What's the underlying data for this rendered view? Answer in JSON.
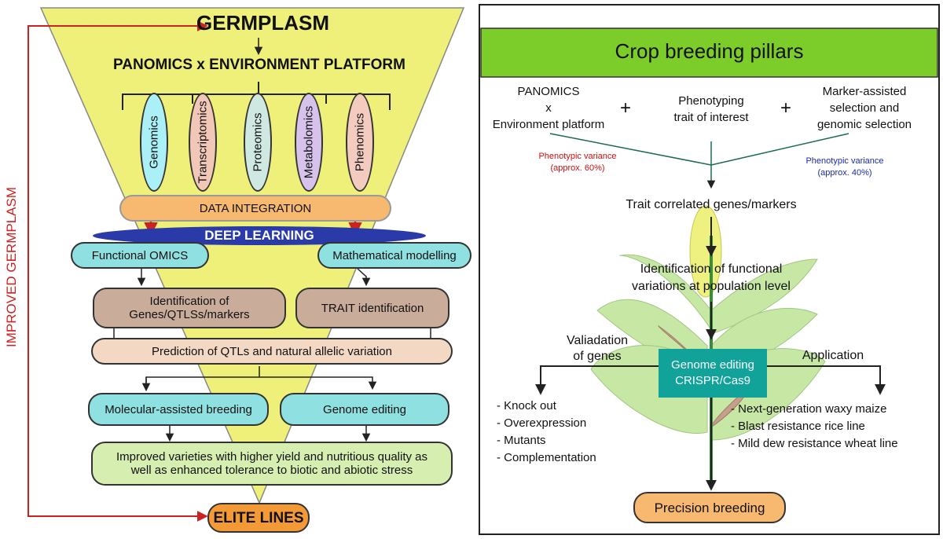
{
  "left": {
    "germplasm": "GERMPLASM",
    "platform": "PANOMICS x ENVIRONMENT PLATFORM",
    "omics": [
      "Genomics",
      "Transcriptomics",
      "Proteomics",
      "Metabolomics",
      "Phenomics"
    ],
    "data_integration": "DATA INTEGRATION",
    "deep_learning": "DEEP LEARNING",
    "functional_omics": "Functional OMICS",
    "math_modelling": "Mathematical modelling",
    "ident_genes_l1": "Identification of",
    "ident_genes_l2": "Genes/QTLSs/markers",
    "trait_ident": "TRAIT identification",
    "prediction": "Prediction of QTLs and natural allelic variation",
    "mol_breeding": "Molecular-assisted breeding",
    "genome_editing": "Genome editing",
    "improved_l1": "Improved varieties with higher yield and nutritious quality as",
    "improved_l2": "well as enhanced tolerance to biotic and abiotic stress",
    "elite_lines": "ELITE LINES",
    "improved_germplasm": "IMPROVED GERMPLASM"
  },
  "right": {
    "header": "Crop breeding pillars",
    "panomics_l1": "PANOMICS",
    "panomics_l2": "x",
    "panomics_l3": "Environment platform",
    "plus": "+",
    "pheno_l1": "Phenotyping",
    "pheno_l2": "trait of interest",
    "mas_l1": "Marker-assisted",
    "mas_l2": "selection  and",
    "mas_l3": "genomic selection",
    "pv_red_l1": "Phenotypic variance",
    "pv_red_l2": "(approx. 60%)",
    "pv_blue_l1": "Phenotypic variance",
    "pv_blue_l2": "(approx. 40%)",
    "trait_genes": "Trait correlated genes/markers",
    "func_var_l1": "Identification of functional",
    "func_var_l2": "variations at population level",
    "validation_l1": "Valiadation",
    "validation_l2": "of genes",
    "application": "Application",
    "ge_l1": "Genome editing",
    "ge_l2": "CRISPR/Cas9",
    "validation_items": [
      "- Knock out",
      "- Overexpression",
      "- Mutants",
      "- Complementation"
    ],
    "application_items": [
      "- Next-generation waxy maize",
      "- Blast resistance rice line",
      "- Mild dew resistance wheat line"
    ],
    "precision": "Precision breeding"
  },
  "colors": {
    "funnel": "#eef07a",
    "header_green": "#7ccc2a",
    "teal": "#11a39a",
    "red_arrow": "#cc2222",
    "blue_text": "#1a2ab0",
    "red_text": "#cc1111",
    "deep_learning": "#2a3aa8",
    "orange": "#f7b870",
    "cyan_box": "#8fe0e0",
    "brown_box": "#c9ad9a",
    "peach_box": "#f3d9c4",
    "light_green_box": "#d6efb0"
  }
}
